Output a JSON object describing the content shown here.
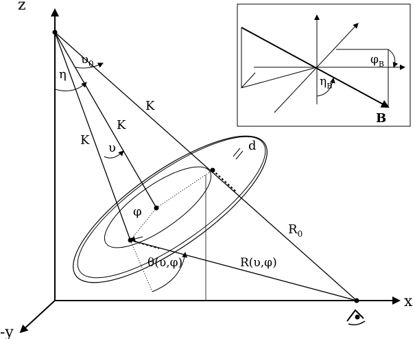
{
  "axes": {
    "z": "z",
    "x": "x",
    "y": "-y"
  },
  "labels": {
    "eta": "η",
    "upsilon0_main": "υ",
    "upsilon0_sub": "0",
    "K_top": "K",
    "K_mid": "K",
    "K_left": "K",
    "upsilon": "υ",
    "d": "d",
    "phi": "φ",
    "R0_main": "R",
    "R0_sub": "0",
    "theta": "θ(υ,φ)",
    "R_upsilon_phi": "R(υ,φ)"
  },
  "inset": {
    "phiB_main": "φ",
    "phiB_sub": "B",
    "etaB_main": "η",
    "etaB_sub": "B",
    "B": "B"
  }
}
